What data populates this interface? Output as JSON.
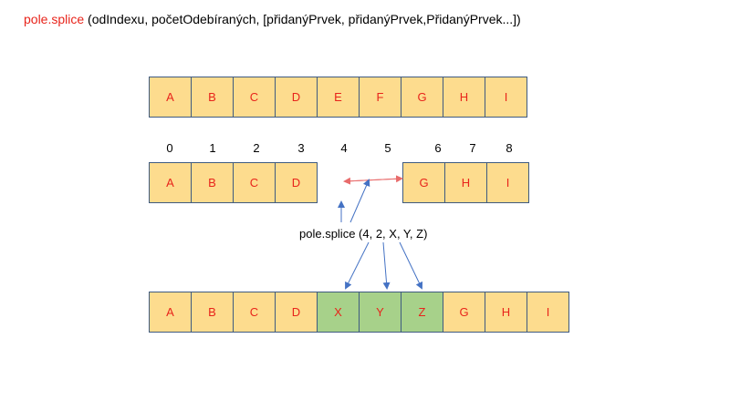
{
  "title": {
    "function": "pole.splice",
    "params": " (odIndexu, početOdebíraných, [přidanýPrvek, přidanýPrvek,PřidanýPrvek...])"
  },
  "original_row": [
    "A",
    "B",
    "C",
    "D",
    "E",
    "F",
    "G",
    "H",
    "I"
  ],
  "indices": [
    "0",
    "1",
    "2",
    "3",
    "4",
    "5",
    "6",
    "7",
    "8"
  ],
  "removed_row": {
    "left": [
      "A",
      "B",
      "C",
      "D"
    ],
    "right": [
      "G",
      "H",
      "I"
    ]
  },
  "call_text": "pole.splice (4, 2, X, Y, Z)",
  "result_row": [
    "A",
    "B",
    "C",
    "D",
    "X",
    "Y",
    "Z",
    "G",
    "H",
    "I"
  ],
  "colors": {
    "cell_fill": "#fddc8e",
    "inserted_fill": "#a7d18a",
    "cell_text": "#e8241b",
    "border": "#3e5a80",
    "removal_arrow": "#e86b6b",
    "pointer_arrow": "#4472c4"
  }
}
